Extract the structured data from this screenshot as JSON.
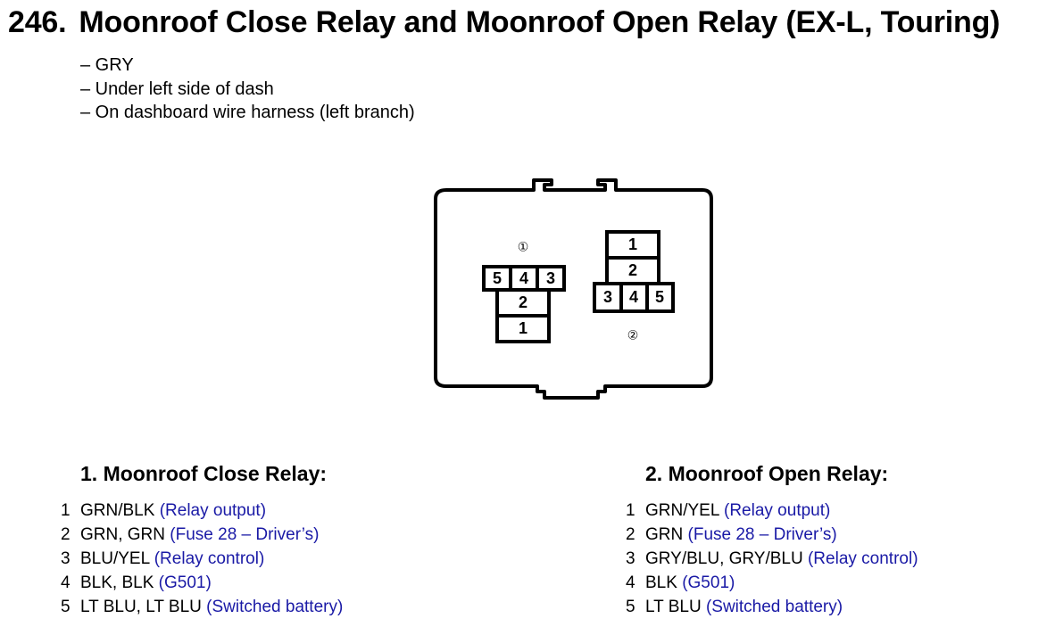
{
  "header": {
    "number": "246.",
    "title": "Moonroof Close Relay and Moonroof Open Relay (EX-L, Touring)"
  },
  "notes": [
    "– GRY",
    "– Under left side of dash",
    "– On dashboard wire harness (left branch)"
  ],
  "connector": {
    "relay1_marker": "①",
    "relay2_marker": "②",
    "relay1_pins": [
      "5",
      "4",
      "3",
      "2",
      "1"
    ],
    "relay2_pins": [
      "1",
      "2",
      "3",
      "4",
      "5"
    ]
  },
  "colors": {
    "description_text": "#1a1aa6"
  },
  "relays": [
    {
      "title": "1. Moonroof Close Relay:",
      "pins": [
        {
          "num": "1",
          "wire": "GRN/BLK",
          "desc": "(Relay output)"
        },
        {
          "num": "2",
          "wire": "GRN, GRN",
          "desc": "(Fuse 28 – Driver’s)"
        },
        {
          "num": "3",
          "wire": "BLU/YEL",
          "desc": "(Relay control)"
        },
        {
          "num": "4",
          "wire": "BLK, BLK",
          "desc": "(G501)"
        },
        {
          "num": "5",
          "wire": "LT BLU, LT BLU",
          "desc": "(Switched battery)"
        }
      ]
    },
    {
      "title": "2. Moonroof Open Relay:",
      "pins": [
        {
          "num": "1",
          "wire": "GRN/YEL",
          "desc": "(Relay output)"
        },
        {
          "num": "2",
          "wire": "GRN",
          "desc": "(Fuse 28 – Driver’s)"
        },
        {
          "num": "3",
          "wire": "GRY/BLU, GRY/BLU",
          "desc": "(Relay control)"
        },
        {
          "num": "4",
          "wire": "BLK",
          "desc": "(G501)"
        },
        {
          "num": "5",
          "wire": "LT BLU",
          "desc": "(Switched battery)"
        }
      ]
    }
  ]
}
